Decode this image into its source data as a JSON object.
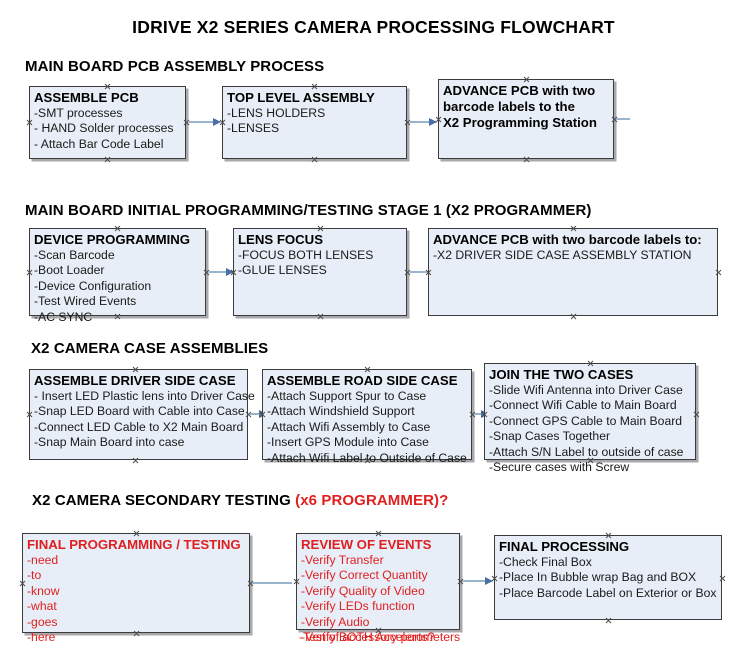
{
  "document": {
    "title": "IDRIVE X2  SERIES CAMERA PROCESSING FLOWCHART"
  },
  "sections": [
    {
      "id": "main-board-pcb-assembly",
      "heading": "MAIN BOARD PCB ASSEMBLY PROCESS",
      "heading_accent": "",
      "boxes": [
        {
          "id": "assemble-pcb",
          "title": "ASSEMBLE PCB",
          "lines": [
            "-SMT processes",
            "- HAND Solder processes",
            "- Attach Bar Code Label"
          ]
        },
        {
          "id": "top-level-assembly",
          "title": "TOP LEVEL ASSEMBLY",
          "lines": [
            "-LENS HOLDERS",
            "-LENSES"
          ]
        },
        {
          "id": "advance-pcb-programming-station",
          "title": "ADVANCE PCB with two",
          "lines": [
            "barcode labels to the",
            " X2 Programming Station"
          ]
        }
      ]
    },
    {
      "id": "main-board-initial-programming",
      "heading": "MAIN BOARD INITIAL PROGRAMMING/TESTING STAGE 1 (X2 PROGRAMMER)",
      "heading_accent": "",
      "boxes": [
        {
          "id": "device-programming",
          "title": "DEVICE PROGRAMMING",
          "lines": [
            "-Scan Barcode",
            "-Boot Loader",
            "-Device Configuration",
            "-Test Wired Events",
            "-AC SYNC"
          ]
        },
        {
          "id": "lens-focus",
          "title": "LENS FOCUS",
          "lines": [
            "-FOCUS BOTH LENSES",
            "-GLUE LENSES"
          ]
        },
        {
          "id": "advance-pcb-driver-side-case",
          "title": "ADVANCE PCB with two barcode labels to:",
          "lines": [
            "-X2 DRIVER  SIDE  CASE  ASSEMBLY STATION"
          ]
        }
      ]
    },
    {
      "id": "x2-camera-case-assemblies",
      "heading": "X2 CAMERA CASE ASSEMBLIES",
      "heading_accent": "",
      "boxes": [
        {
          "id": "assemble-driver-side-case",
          "title": "ASSEMBLE DRIVER SIDE CASE",
          "lines": [
            "- Insert LED Plastic lens into Driver Case",
            "-Snap LED Board with Cable into Case",
            "-Connect LED Cable to X2 Main Board",
            "-Snap Main Board into case"
          ]
        },
        {
          "id": "assemble-road-side-case",
          "title": "ASSEMBLE ROAD SIDE CASE",
          "lines": [
            "-Attach Support Spur to Case",
            "-Attach Windshield Support",
            "-Attach Wifi Assembly to Case",
            "-Insert GPS Module into Case",
            "-Attach Wifi Label to Outside of Case"
          ]
        },
        {
          "id": "join-the-two-cases",
          "title": "JOIN THE TWO CASES",
          "lines": [
            "-Slide Wifi Antenna into Driver Case",
            "-Connect Wifi Cable to Main Board",
            "-Connect GPS Cable to Main Board",
            "-Snap Cases Together",
            "-Attach S/N Label to outside of case",
            "-Secure cases with Screw"
          ]
        }
      ]
    },
    {
      "id": "x2-camera-secondary-testing",
      "heading": "X2 CAMERA SECONDARY TESTING ",
      "heading_accent": "(x6 PROGRAMMER)?",
      "boxes": [
        {
          "id": "final-programming-testing",
          "title": "FINAL PROGRAMMING / TESTING",
          "lines": [
            "-need",
            "-to",
            "-know",
            "-what",
            "-goes",
            "-here"
          ]
        },
        {
          "id": "review-of-events",
          "title": "REVIEW OF EVENTS",
          "lines": [
            "-Verify Transfer",
            "-Verify Correct Quantity",
            "-Verify Quality of Video",
            "-Verify LEDs function",
            "-Verify Audio",
            "-Verify BOTH Accelerometers"
          ],
          "overflow_line": "-Test of accessory ports?"
        },
        {
          "id": "final-processing",
          "title": "FINAL PROCESSING",
          "lines": [
            " -Check Final Box",
            "-Place In Bubble wrap Bag and BOX",
            "-Place Barcode Label on Exterior or Box"
          ]
        }
      ]
    }
  ],
  "colors": {
    "box_fill": "#e8eef7",
    "box_border": "#3b3b3b",
    "arrow_line": "#9bb4ce",
    "arrow_head": "#4a6fa5",
    "accent_red": "#e02020",
    "text": "#000000"
  }
}
